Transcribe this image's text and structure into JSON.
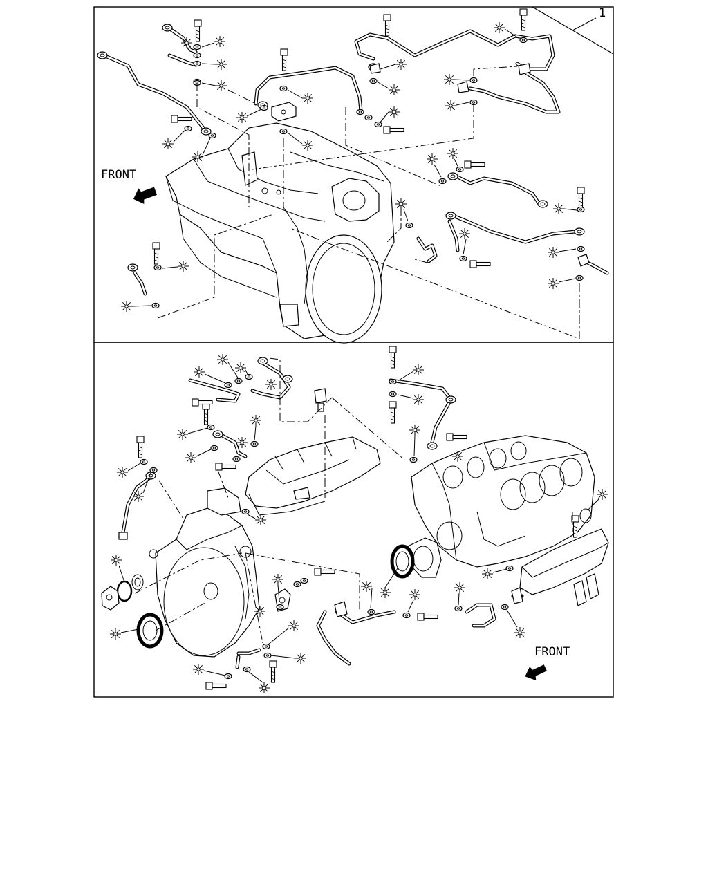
{
  "callout": {
    "number": "1"
  },
  "upper_panel": {
    "direction_label": "FRONT"
  },
  "lower_panel": {
    "direction_label": "FRONT"
  },
  "marker_symbol": "asterisk-circle",
  "colors": {
    "line": "#000000",
    "background": "#ffffff"
  }
}
